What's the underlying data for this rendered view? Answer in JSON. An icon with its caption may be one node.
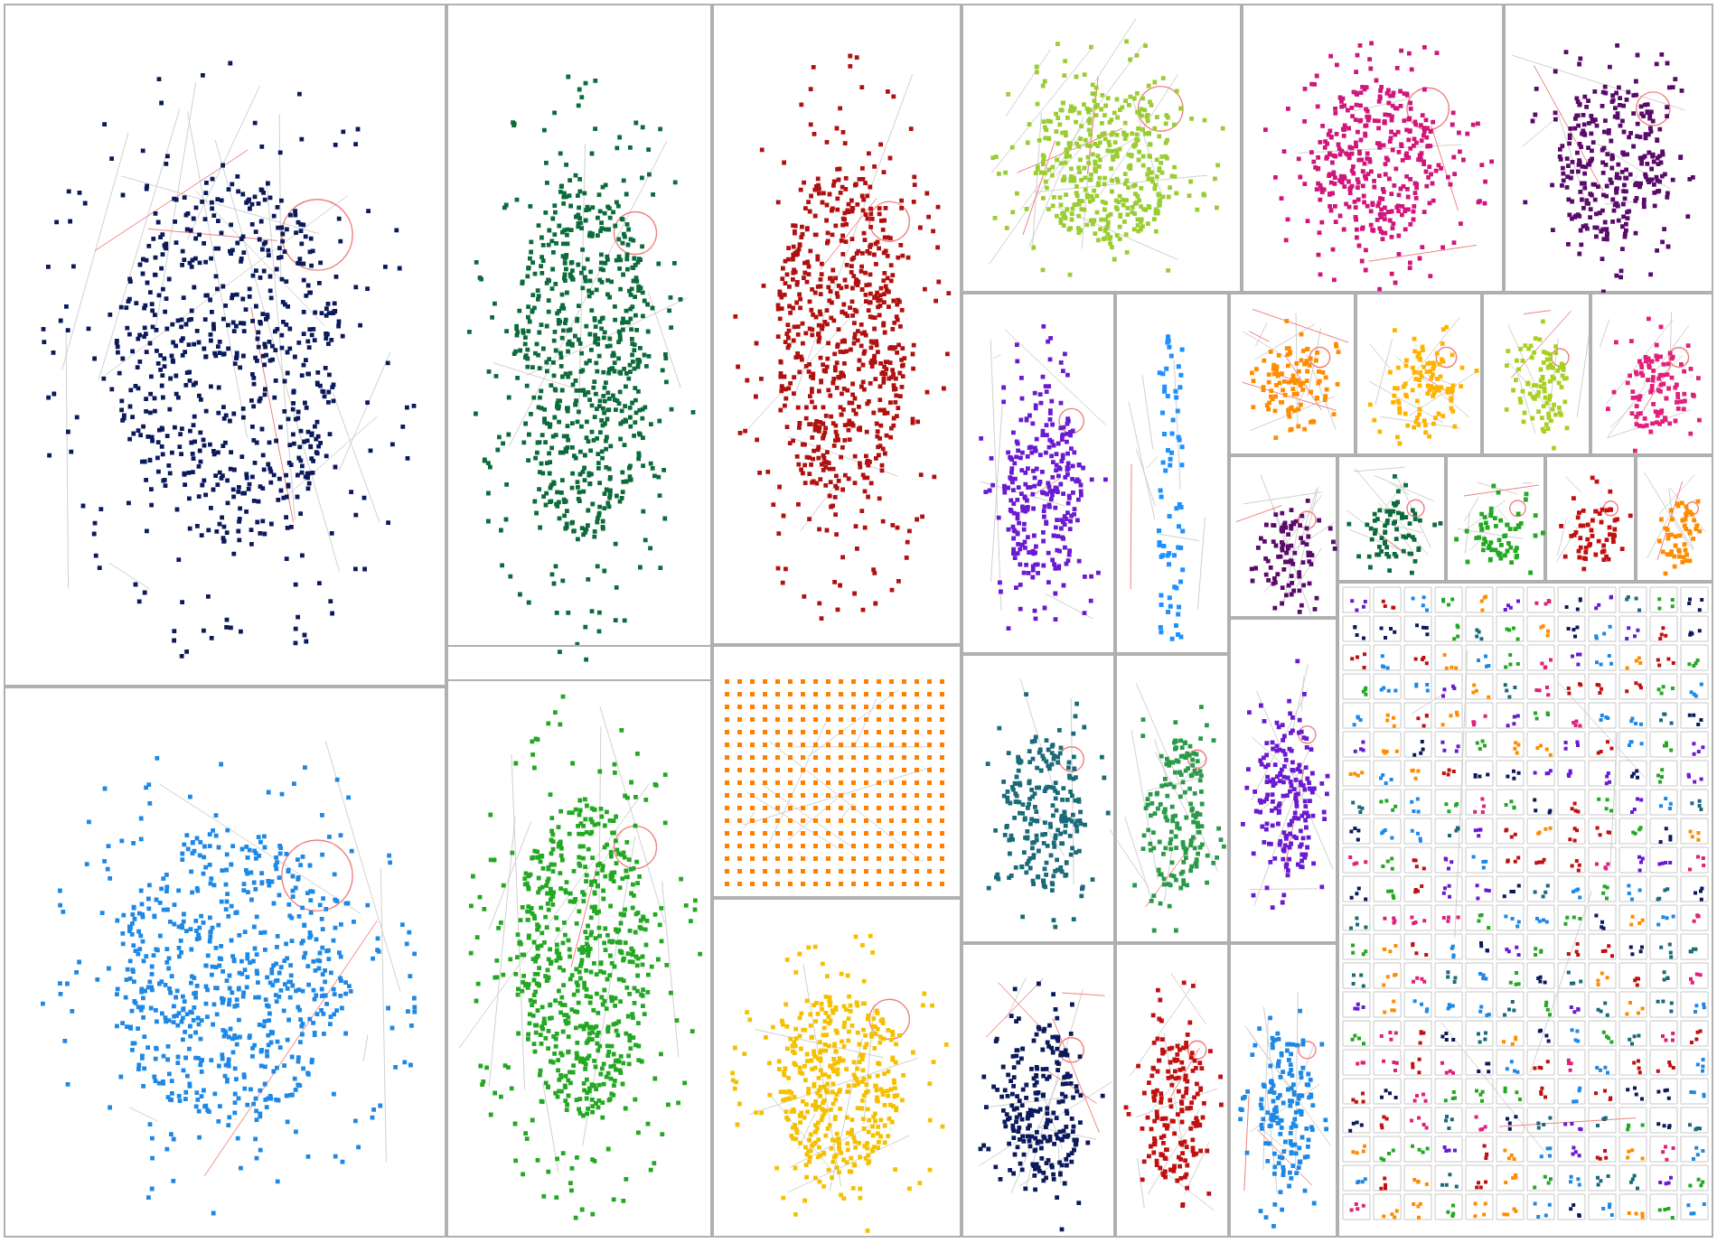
{
  "diagram": {
    "nodes": [
      {
        "text": [],
        "shape": "box"
      },
      {
        "text": [],
        "shape": "box"
      },
      {
        "text": [],
        "shape": "box"
      },
      {
        "text": [],
        "shape": "box"
      },
      {
        "text": [],
        "shape": "box"
      },
      {
        "text": [],
        "shape": "box"
      },
      {
        "text": [],
        "shape": "box"
      },
      {
        "text": [],
        "shape": "box"
      },
      {
        "text": [],
        "shape": "box"
      },
      {
        "text": [],
        "shape": "box"
      },
      {
        "text": [],
        "shape": "box"
      },
      {
        "text": [],
        "shape": "box"
      },
      {
        "text": [],
        "shape": "box"
      },
      {
        "text": [],
        "shape": "box"
      },
      {
        "text": [],
        "shape": "box"
      },
      {
        "text": [],
        "shape": "box"
      },
      {
        "text": [],
        "shape": "box"
      },
      {
        "text": [],
        "shape": "box"
      },
      {
        "text": [],
        "shape": "box"
      },
      {
        "text": [],
        "shape": "box"
      },
      {
        "text": [],
        "shape": "box"
      },
      {
        "text": [],
        "shape": "box"
      },
      {
        "text": [],
        "shape": "box"
      },
      {
        "text": [],
        "shape": "box"
      },
      {
        "text": [],
        "shape": "box"
      },
      {
        "text": [],
        "shape": "box"
      },
      {
        "text": [],
        "shape": "box"
      },
      {
        "text": [],
        "shape": "box"
      }
    ]
  }
}
